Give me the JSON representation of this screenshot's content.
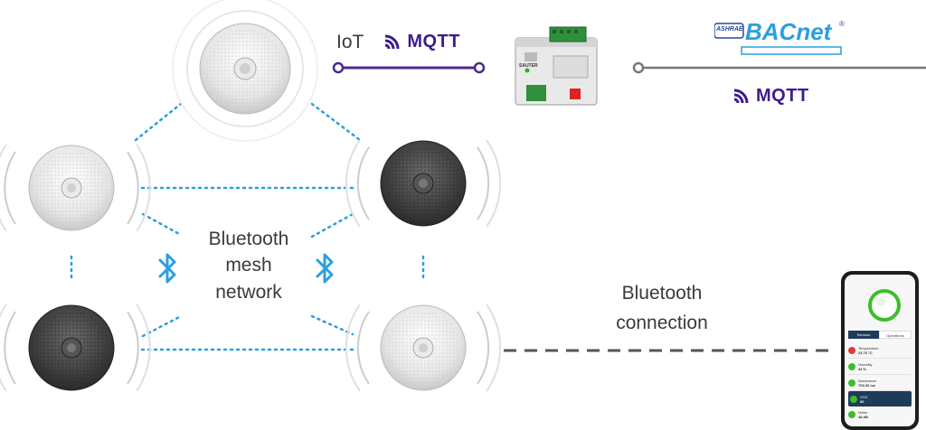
{
  "iot_label": "IoT",
  "mqtt_top": "MQTT",
  "mqtt_right": "MQTT",
  "bacnet": {
    "badge": "ASHRAE",
    "name": "BACnet",
    "mark": "®"
  },
  "mesh_label": {
    "line1": "Bluetooth",
    "line2": "mesh",
    "line3": "network"
  },
  "connection_label": {
    "line1": "Bluetooth",
    "line2": "connection"
  },
  "controller": {
    "brand": "SAUTER"
  },
  "colors": {
    "accent_purple": "#4a2a8a",
    "bluetooth_blue": "#2a9fe0",
    "line_gray": "#777777",
    "status_green": "#3bbf2a",
    "status_red": "#e23a3a"
  },
  "phone": {
    "tabs": [
      "Sensors",
      "Operations"
    ],
    "rows": [
      {
        "name": "Temperature",
        "value": "23.70 °C"
      },
      {
        "name": "Humidity",
        "value": "34 %"
      },
      {
        "name": "Illuminance",
        "value": "793.36 lux"
      },
      {
        "name": "VOC",
        "value": "60"
      },
      {
        "name": "Noise",
        "value": "48 dB"
      }
    ]
  }
}
